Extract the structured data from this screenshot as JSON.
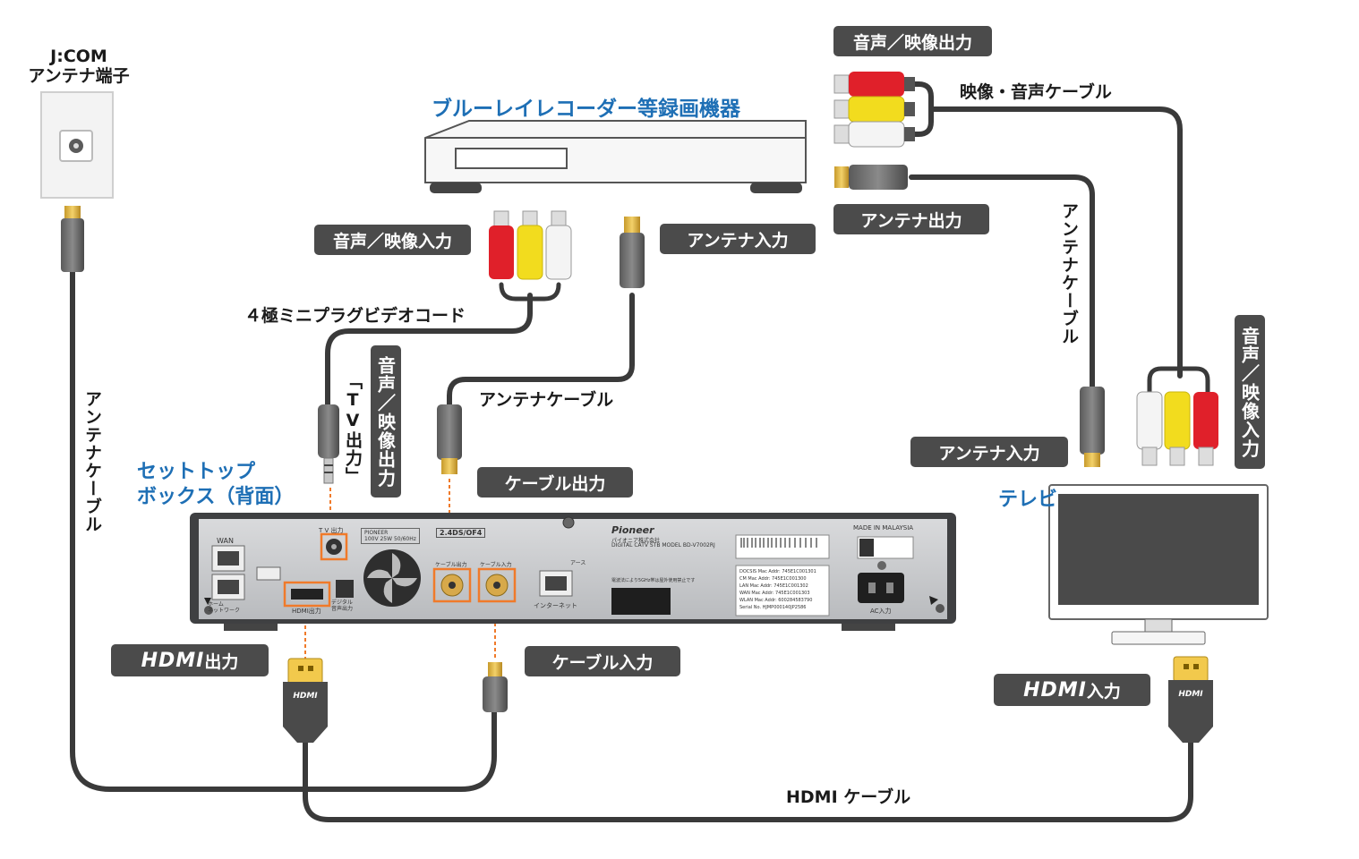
{
  "wall": {
    "title_line1": "J:COM",
    "title_line2": "アンテナ端子"
  },
  "recorder": {
    "title": "ブルーレイレコーダー等録画機器"
  },
  "stb": {
    "title_line1": "セットトップ",
    "title_line2": "ボックス（背面）",
    "panel": {
      "wan": "WAN",
      "home_network": "ホーム\nネットワーク",
      "tv_out": "T V 出力",
      "hdmi_out": "HDMI出力",
      "digital_audio": "デジタル\n音声出力",
      "brand": "Pioneer",
      "brand_sub": "パイオニア株式会社",
      "model": "DIGITAL CATV STB MODEL BD-V7002RJ",
      "made_in": "MADE IN MALAYSIA",
      "ac_in": "AC入力",
      "cable_out": "ケーブル出力",
      "cable_in": "ケーブル入力",
      "internet": "インターネット",
      "power_spec": "PIONEER\n100V 25W 50/60Hz",
      "freq": "2.4DS/OF4",
      "earth": "アース",
      "notice": "電波法により5GHz帯は屋外使用禁止です",
      "mac_rows": [
        "DOCSIS Mac Addr:  745E1C001301",
        "CM Mac Addr:  745E1C001300",
        "LAN Mac Addr:  745E1C001302",
        "WAN Mac Addr:  745E1C001303",
        "WLAN Mac Addr:  600284583790",
        "Serial No.  HJMP000140JP2586"
      ]
    }
  },
  "tv": {
    "title": "テレビ"
  },
  "labels": {
    "rec_av_in": "音声／映像入力",
    "rec_antenna_in": "アンテナ入力",
    "rec_av_out": "音声／映像出力",
    "rec_antenna_out": "アンテナ出力",
    "av_cable": "映像・音声ケーブル",
    "four_pole": "４極ミニプラグビデオコード",
    "tv_out_vertical": "「TV出力」",
    "av_out_vertical": "音声／映像出力",
    "antenna_cable_mid": "アンテナケーブル",
    "antenna_cable_left": "アンテナケーブル",
    "antenna_cable_right": "アンテナケーブル",
    "cable_out": "ケーブル出力",
    "cable_in": "ケーブル入力",
    "hdmi_out_word": "HDMI",
    "hdmi_out_suffix": "出力",
    "hdmi_in_word": "HDMI",
    "hdmi_in_suffix": "入力",
    "tv_antenna_in": "アンテナ入力",
    "tv_av_in_vertical": "音声／映像入力",
    "hdmi_cable": "HDMI ケーブル",
    "hdmi_plug_text": "HDMI"
  },
  "colors": {
    "red": "#e0202a",
    "yellow": "#f2dc1e",
    "white": "#f4f4f4",
    "cable": "#3a3a3a",
    "box": "#4b4b4b",
    "blue": "#1e6fb5",
    "highlight": "#f07a2a"
  }
}
